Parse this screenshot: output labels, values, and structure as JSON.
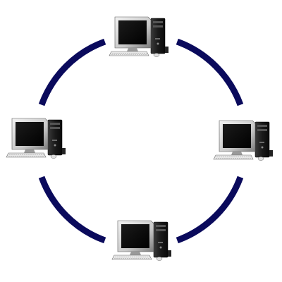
{
  "diagram": {
    "topology": "ring",
    "colors": {
      "ring": "#0a0a5c",
      "monitor_frame": "#d6d6d6",
      "monitor_shadow": "#8a8a8a",
      "screen": "#050505",
      "tower": "#1c1c1c",
      "keyboard": "#e6e6e6"
    },
    "nodes": [
      {
        "id": "node-top",
        "icon": "desktop-computer-icon"
      },
      {
        "id": "node-right",
        "icon": "desktop-computer-icon"
      },
      {
        "id": "node-bottom",
        "icon": "desktop-computer-icon"
      },
      {
        "id": "node-left",
        "icon": "desktop-computer-icon"
      }
    ]
  }
}
